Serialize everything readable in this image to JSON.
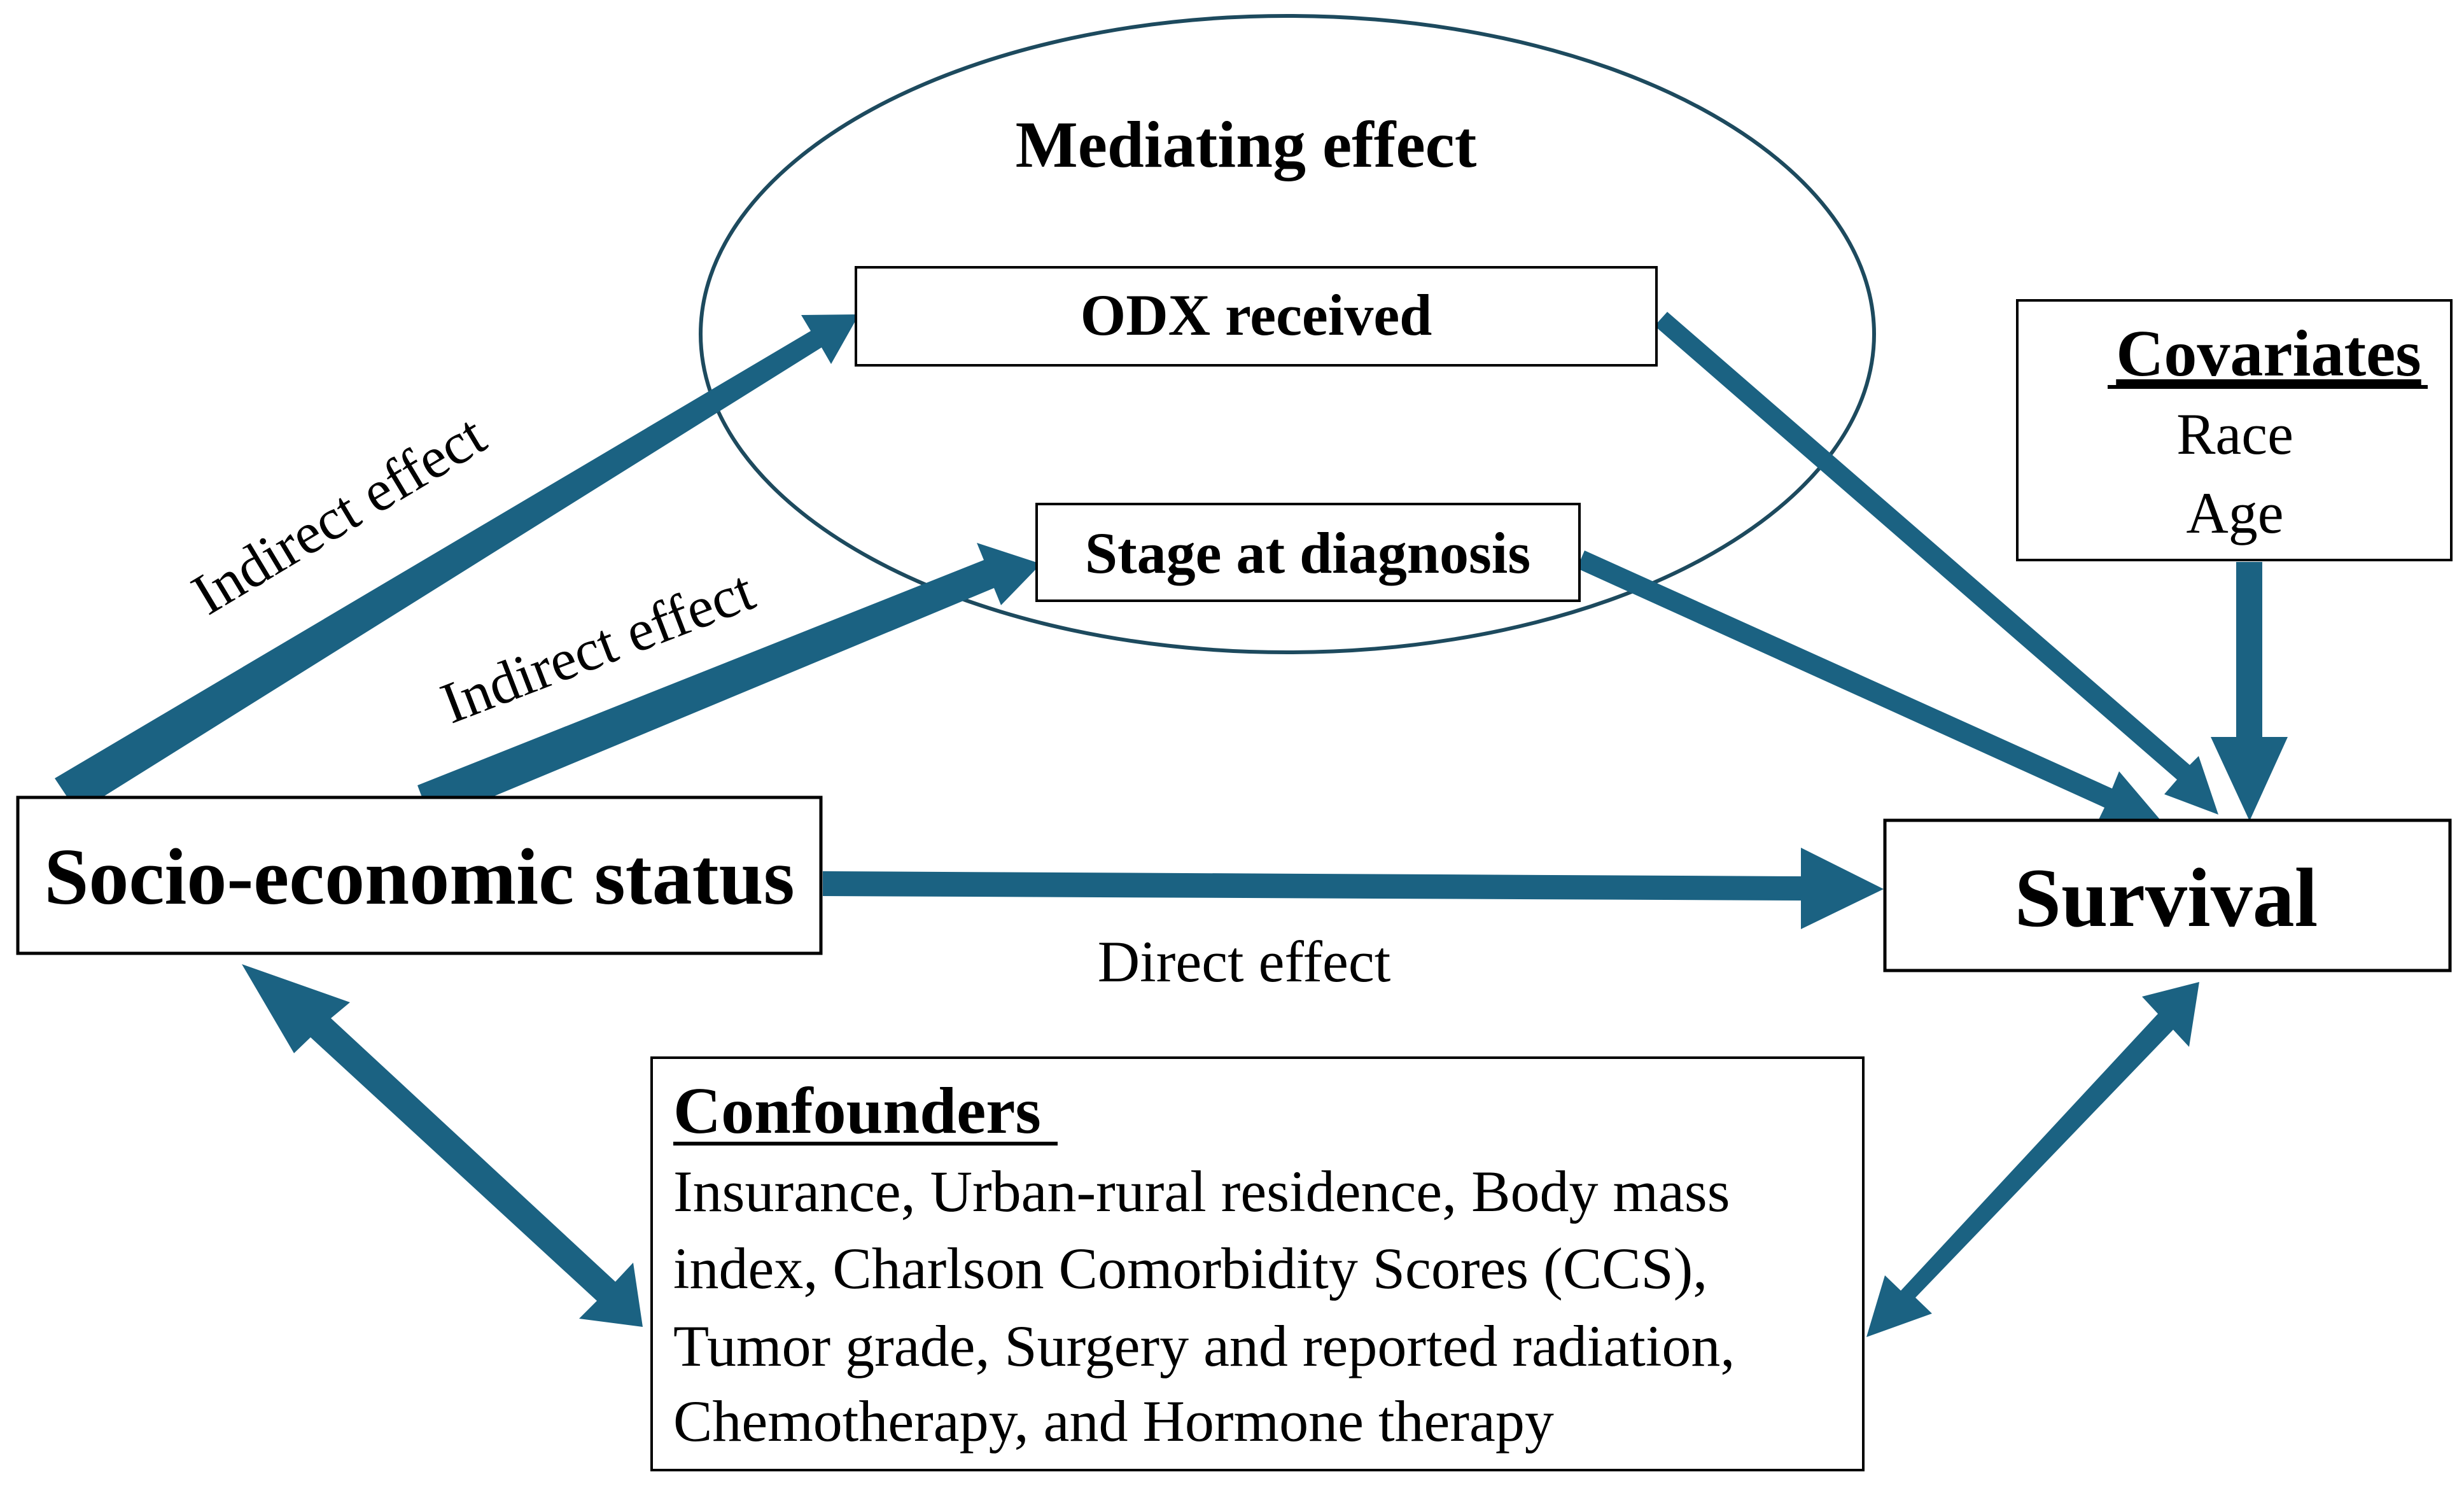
{
  "mediator_group": {
    "title": "Mediating effect"
  },
  "mediators": {
    "odx": "ODX received",
    "stage": "Stage at diagnosis"
  },
  "exposure": "Socio-economic status",
  "outcome": "Survival",
  "covariates": {
    "title": "Covariates",
    "items": [
      "Race",
      "Age"
    ]
  },
  "confounders": {
    "title": "Confounders",
    "lines": [
      "Insurance, Urban-rural residence, Body mass",
      "index, Charlson Comorbidity Scores (CCS),",
      "Tumor grade, Surgery and reported radiation,",
      "Chemotherapy, and Hormone therapy"
    ]
  },
  "edge_labels": {
    "indirect_upper": "Indirect effect",
    "indirect_lower": "Indirect effect",
    "direct": "Direct effect"
  },
  "colors": {
    "arrow": "#1b6282",
    "ellipse": "#1d4a5e",
    "box_border": "#000000"
  }
}
